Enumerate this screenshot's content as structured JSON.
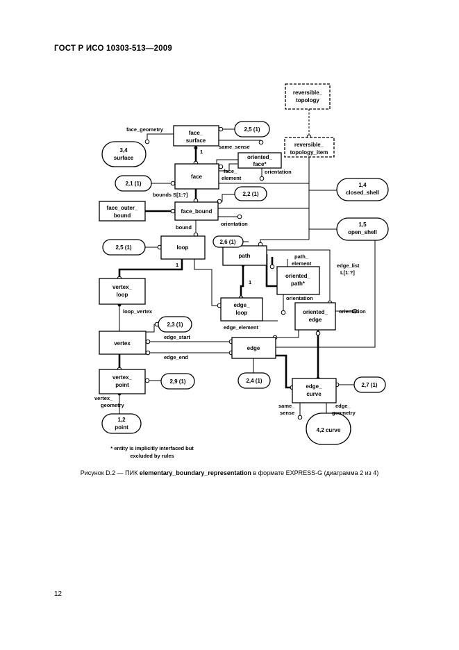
{
  "header": {
    "standard": "ГОСТ Р ИСО 10303-513—2009"
  },
  "caption": {
    "prefix": "Рисунок D.2 — ПИК ",
    "entity": "elementary_boundary_representation",
    "suffix": " в формате EXPRESS-G (диаграмма 2 из 4)"
  },
  "page_number": "12",
  "diagram": {
    "entities": {
      "reversible_topology": [
        "reversible_",
        "topology"
      ],
      "reversible_topology_item": [
        "reversible_",
        "topology_item"
      ],
      "face_surface": [
        "face_",
        "surface"
      ],
      "oriented_face": [
        "oriented_",
        "face*"
      ],
      "face": [
        "face"
      ],
      "face_outer_bound": [
        "face_outer_",
        "bound"
      ],
      "face_bound": [
        "face_bound"
      ],
      "loop": [
        "loop"
      ],
      "path": [
        "path"
      ],
      "oriented_path": [
        "oriented_",
        "path*"
      ],
      "vertex_loop": [
        "vertex_",
        "loop"
      ],
      "edge_loop": [
        "edge_",
        "loop"
      ],
      "oriented_edge": [
        "oriented_",
        "edge"
      ],
      "vertex": [
        "vertex"
      ],
      "edge": [
        "edge"
      ],
      "vertex_point": [
        "vertex_",
        "point"
      ],
      "edge_curve": [
        "edge_",
        "curve"
      ]
    },
    "refs": {
      "r25a": [
        "2,5 (1)"
      ],
      "r34": [
        "3,4",
        "surface"
      ],
      "r21": [
        "2,1 (1)"
      ],
      "r22": [
        "2,2 (1)"
      ],
      "r14": [
        "1,4",
        "closed_shell"
      ],
      "r15": [
        "1,5",
        "open_shell"
      ],
      "r26": [
        "2,6 (1)"
      ],
      "r25b": [
        "2,5 (1)"
      ],
      "r23": [
        "2,3 (1)"
      ],
      "r29": [
        "2,9 (1)"
      ],
      "r24": [
        "2,4 (1)"
      ],
      "r27": [
        "2,7 (1)"
      ],
      "r12": [
        "1,2",
        "point"
      ],
      "r42": [
        "4,2 curve"
      ]
    },
    "roles": {
      "face_geometry": "face_geometry",
      "same_sense_fs": "same_sense",
      "one_fs": "1",
      "face_element": [
        "face_",
        "element"
      ],
      "orientation_of": "orientation",
      "bounds": "bounds S[1:?]",
      "orientation_fb": "orientation",
      "bound": "bound",
      "path_element": [
        "path_",
        "element"
      ],
      "edge_list": [
        "edge_list",
        "L[1:?]"
      ],
      "one_loop": "1",
      "one_path": "1",
      "orientation_op": "orientation",
      "orientation_oe": "orientation",
      "loop_vertex": "loop_vertex",
      "edge_element": "edge_element",
      "edge_start": "edge_start",
      "edge_end": "edge_end",
      "vertex_geometry": [
        "vertex_",
        "geometry"
      ],
      "same_sense_ec": [
        "same_",
        "sense"
      ],
      "edge_geometry": [
        "edge_",
        "geometry"
      ]
    },
    "note": [
      "* entity is implicitly interfaced but",
      "excluded by rules"
    ]
  }
}
